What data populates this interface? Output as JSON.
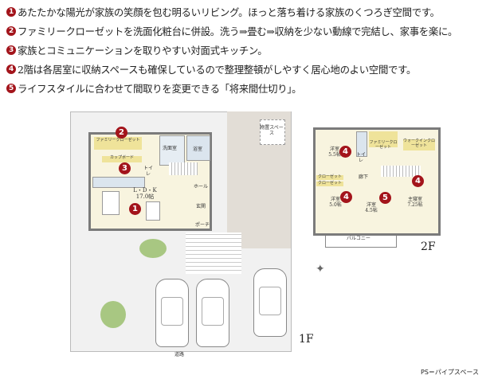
{
  "features": [
    {
      "num": "1",
      "text": "あたたかな陽光が家族の笑顔を包む明るいリビング。ほっと落ち着ける家族のくつろぎ空間です。"
    },
    {
      "num": "2",
      "text": "ファミリークローゼットを洗面化粧台に併設。洗う⇒畳む⇒収納を少ない動線で完結し、家事を楽に。"
    },
    {
      "num": "3",
      "text": "家族とコミュニケーションを取りやすい対面式キッチン。"
    },
    {
      "num": "4",
      "text": "2階は各居室に収納スペースも確保しているので整理整頓がしやすく居心地のよい空間です。"
    },
    {
      "num": "5",
      "text": "ライフスタイルに合わせて間取りを変更できる「将来間仕切り」。"
    }
  ],
  "floor1": {
    "label": "1F",
    "family_closet": "ファミリークローゼット",
    "cupboard": "カップボード",
    "washroom": "洗面室",
    "bath": "浴室",
    "toilet": "トイレ",
    "hall": "ホール",
    "entrance": "玄関",
    "porch": "ポーチ",
    "ldk": "L・D・K",
    "ldk_size": "17.0帖",
    "storage": "物置スペース",
    "road": "道路",
    "badges": [
      "2",
      "3",
      "1"
    ]
  },
  "floor2": {
    "label": "2F",
    "room1": "洋室",
    "room1_size": "5.5帖",
    "toilet": "トイレ",
    "family_closet": "ファミリークローゼット",
    "walkin": "ウォークインクローゼット",
    "corridor": "廊下",
    "closet1": "クローゼット",
    "closet2": "クローゼット",
    "room2": "洋室",
    "room2_size": "5.0帖",
    "room3": "洋室",
    "room3_size": "4.5帖",
    "master": "主寝室",
    "master_size": "7.25帖",
    "balcony": "バルコニー",
    "badges": [
      "4",
      "4",
      "5",
      "4"
    ]
  },
  "note": "PS＝パイプスペース",
  "colors": {
    "accent": "#a3141b",
    "floor": "#f8f4df",
    "closet": "#efe39a",
    "wall": "#7b7b7b"
  }
}
